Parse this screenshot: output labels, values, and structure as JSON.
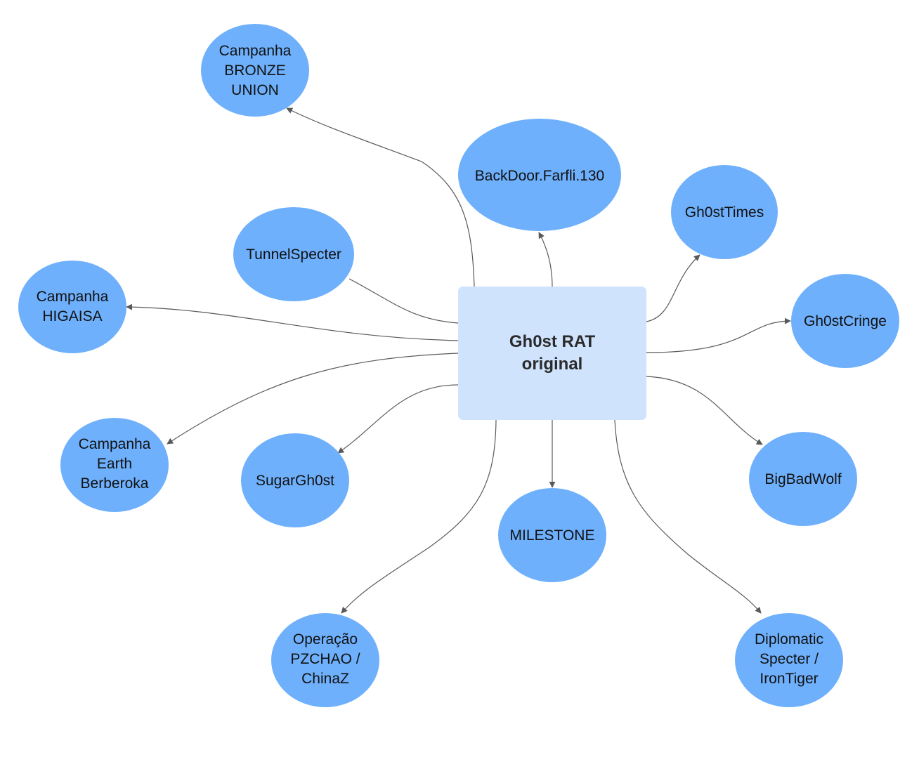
{
  "center": {
    "lines": [
      "Gh0st RAT",
      "original"
    ]
  },
  "nodes": [
    {
      "id": "bronze-union",
      "lines": [
        "Campanha",
        "BRONZE",
        "UNION"
      ]
    },
    {
      "id": "backdoor-farfli",
      "lines": [
        "BackDoor.Farfli.130"
      ]
    },
    {
      "id": "gh0sttimes",
      "lines": [
        "Gh0stTimes"
      ]
    },
    {
      "id": "tunnelspecter",
      "lines": [
        "TunnelSpecter"
      ]
    },
    {
      "id": "higaisa",
      "lines": [
        "Campanha",
        "HIGAISA"
      ]
    },
    {
      "id": "gh0stcringe",
      "lines": [
        "Gh0stCringe"
      ]
    },
    {
      "id": "earth-berberoka",
      "lines": [
        "Campanha",
        "Earth",
        "Berberoka"
      ]
    },
    {
      "id": "sugargh0st",
      "lines": [
        "SugarGh0st"
      ]
    },
    {
      "id": "bigbadwolf",
      "lines": [
        "BigBadWolf"
      ]
    },
    {
      "id": "milestone",
      "lines": [
        "MILESTONE"
      ]
    },
    {
      "id": "pzchao",
      "lines": [
        "Operação",
        "PZCHAO /",
        "ChinaZ"
      ]
    },
    {
      "id": "diplomatic-specter",
      "lines": [
        "Diplomatic",
        "Specter /",
        "IronTiger"
      ]
    }
  ],
  "colors": {
    "node_fill": "#6eb0fc",
    "center_fill": "#cfe3fd",
    "edge": "#595959",
    "text": "#111111"
  }
}
